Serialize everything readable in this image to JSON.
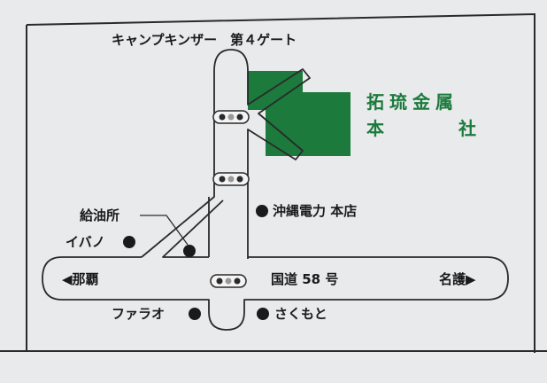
{
  "map": {
    "gate_label": "キャンプキンザー　第４ゲート",
    "company": {
      "line1": "拓琉金属",
      "line2_left": "本",
      "line2_right": "社"
    },
    "okinawa_electric": "沖縄電力 本店",
    "gas_station": "給油所",
    "ibano": "イバノ",
    "naha": "◀那覇",
    "nago": "名護▶",
    "route58": "国道 58 号",
    "farao": "ファラオ",
    "sakumoto": "さくもと"
  },
  "colors": {
    "green": "#1c7a3c",
    "background": "#e9eaec",
    "line": "#2a2a2a"
  }
}
